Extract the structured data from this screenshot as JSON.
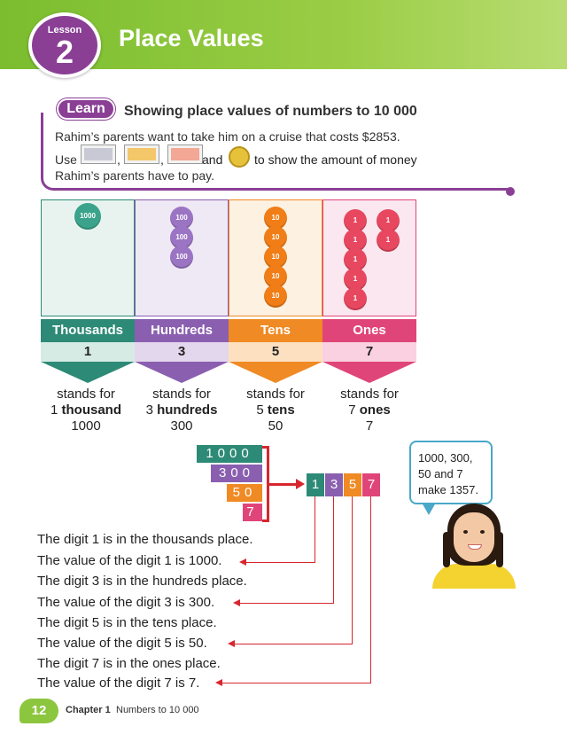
{
  "header": {
    "lesson_label": "Lesson",
    "lesson_number": "2",
    "title": "Place Values"
  },
  "learn": {
    "tag": "Learn",
    "heading": "Showing place values of numbers to 10 000",
    "line1": "Rahim’s parents want to take him on a cruise that costs $2853.",
    "line2_use": "Use",
    "line2_comma1": ",",
    "line2_comma2": ",",
    "line2_and": "and",
    "line2_rest": "to show the amount of money",
    "line3": "Rahim’s parents have to pay."
  },
  "coins": {
    "thousands": [
      "1000"
    ],
    "hundreds": [
      "100",
      "100",
      "100"
    ],
    "tens": [
      "10",
      "10",
      "10",
      "10",
      "10"
    ],
    "ones": [
      "1",
      "1",
      "1",
      "1",
      "1",
      "1",
      "1"
    ]
  },
  "columns": [
    {
      "name": "Thousands",
      "digit": "1",
      "stands_for": "stands for",
      "phrase_num": "1",
      "phrase_word": "thousand",
      "value": "1000"
    },
    {
      "name": "Hundreds",
      "digit": "3",
      "stands_for": "stands for",
      "phrase_num": "3",
      "phrase_word": "hundreds",
      "value": "300"
    },
    {
      "name": "Tens",
      "digit": "5",
      "stands_for": "stands for",
      "phrase_num": "5",
      "phrase_word": "tens",
      "value": "50"
    },
    {
      "name": "Ones",
      "digit": "7",
      "stands_for": "stands for",
      "phrase_num": "7",
      "phrase_word": "ones",
      "value": "7"
    }
  ],
  "expanded": [
    "1000",
    "300",
    "50",
    "7"
  ],
  "number_digits": [
    "1",
    "3",
    "5",
    "7"
  ],
  "statements": [
    {
      "place": "The digit 1 is in the thousands place.",
      "value": "The value of the digit 1 is 1000."
    },
    {
      "place": "The digit 3 is in the hundreds place.",
      "value": "The value of the digit 3 is 300."
    },
    {
      "place": "The digit 5 is in the tens place.",
      "value": "The value of the digit 5 is 50."
    },
    {
      "place": "The digit 7 is in the ones place.",
      "value": "The value of the digit 7 is 7."
    }
  ],
  "bubble": {
    "line1": "1000, 300,",
    "line2": "50 and 7",
    "line3": "make 1357."
  },
  "footer": {
    "page": "12",
    "chapter": "Chapter 1",
    "topic": "Numbers to 10 000"
  },
  "colors": {
    "thousands": "#2d8a76",
    "hundreds": "#8a5fb0",
    "tens": "#f08a24",
    "ones": "#e0457a",
    "accent": "#8a3f95",
    "header": "#8cc63f",
    "arrow": "#d8262e"
  }
}
